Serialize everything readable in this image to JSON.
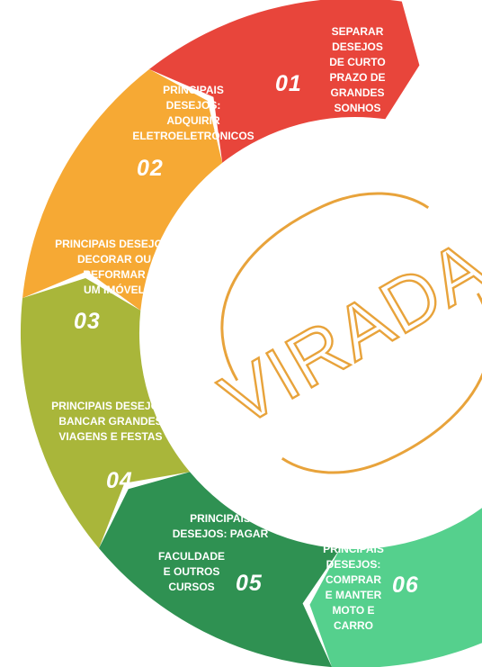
{
  "logo": {
    "word": "VIRADA",
    "color": "#e8a33b"
  },
  "segments": [
    {
      "number": "01",
      "color": "#e8453b",
      "lines": [
        "SEPARAR",
        "DESEJOS",
        "DE CURTO",
        "PRAZO DE",
        "GRANDES",
        "SONHOS"
      ]
    },
    {
      "number": "02",
      "color": "#f6a934",
      "lines": [
        "PRINCIPAIS",
        "DESEJOS:",
        "ADQUIRIR",
        "ELETROELETRÔNICOS"
      ]
    },
    {
      "number": "03",
      "color": "#a9b63a",
      "lines": [
        "PRINCIPAIS DESEJOS:",
        "DECORAR OU",
        "REFORMAR",
        "UM IMÓVEL"
      ]
    },
    {
      "number": "04",
      "color": "#2f9152",
      "lines": [
        "PRINCIPAIS DESEJOS:",
        "BANCAR GRANDES",
        "VIAGENS E FESTAS"
      ]
    },
    {
      "number": "05",
      "color": "#55d08d",
      "lines": [
        "PRINCIPAIS",
        "DESEJOS: PAGAR",
        "FACULDADE",
        "E OUTROS",
        "CURSOS"
      ]
    },
    {
      "number": "06",
      "color": "#4dd8cf",
      "lines": [
        "PRINCIPAIS",
        "DESEJOS:",
        "COMPRAR",
        "E MANTER",
        "MOTO E",
        "CARRO"
      ]
    }
  ]
}
